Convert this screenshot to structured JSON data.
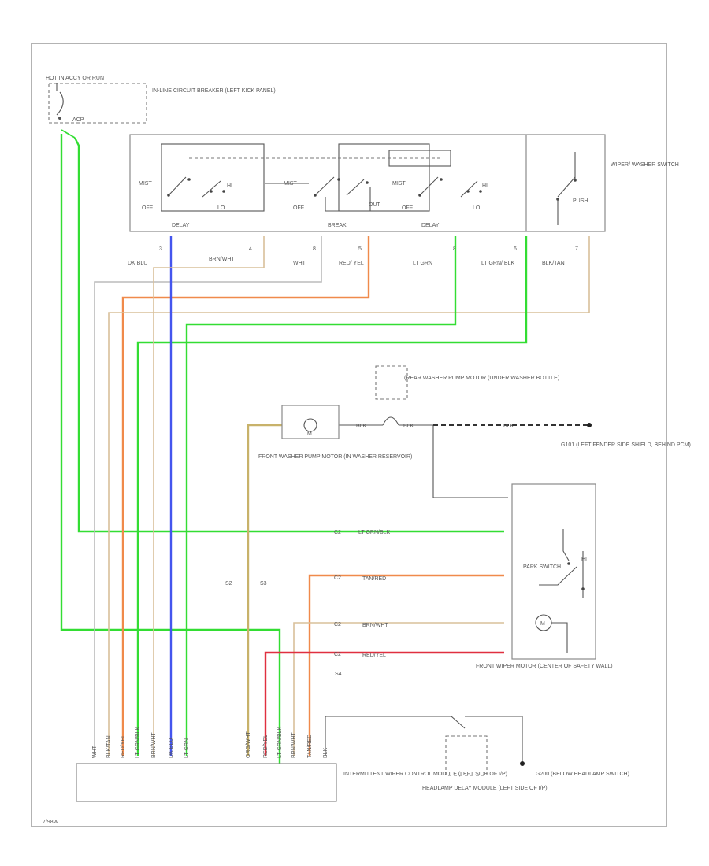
{
  "labels": {
    "hot_in": "HOT IN ACCY OR RUN",
    "breaker": "IN-LINE CIRCUIT BREAKER (LEFT KICK PANEL)",
    "acp": "ACP",
    "switch": "WIPER/ WASHER SWITCH",
    "mist1": "MIST",
    "mist2": "MIST",
    "mist3": "MIST",
    "hi1": "HI",
    "hi2": "HI",
    "off1": "OFF",
    "off2": "OFF",
    "off3": "OFF",
    "lo1": "LO",
    "lo2": "LO",
    "delay1": "DELAY",
    "delay2": "DELAY",
    "break": "BREAK",
    "out": "OUT",
    "push": "PUSH",
    "pin1": "3",
    "pin2": "4",
    "pin3": "8",
    "pin4": "5",
    "pin5": "8",
    "pin6": "6",
    "pin7": "7",
    "c1": "DK BLU",
    "c2": "BRN/WHT",
    "c3": "WHT",
    "c4": "RED/ YEL",
    "c5": "LT GRN",
    "c6": "LT GRN/ BLK",
    "c7": "BLK/TAN",
    "rear_pump": "(REAR WASHER PUMP MOTOR (UNDER WASHER BOTTLE)",
    "m": "M",
    "blk_w": "BLK",
    "blk_w2": "BLK",
    "blk_w3": "BLK",
    "g101": "G101 (LEFT FENDER SIDE SHIELD, BEHIND PCM)",
    "front_pump": "FRONT WASHER PUMP MOTOR (IN WASHER RESERVOIR)",
    "wire_ltgrnblk": "LT GRN/BLK",
    "park": "PARK SWITCH",
    "hi_lo": "HI",
    "wire_tanred": "TAN/RED",
    "wire_brnwht": "BRN/WHT",
    "wire_redyel": "RED/YEL",
    "s2": "S2",
    "s3": "S3",
    "s4": "S4",
    "m2": "M",
    "front_motor": "FRONT WIPER MOTOR (CENTER OF SAFETY WALL)",
    "module": "INTERMITTENT WIPER CONTROL MODULE (LEFT SIDE OF I/P)",
    "headlamp": "HEADLAMP DELAY MODULE (LEFT SIDE OF I/P)",
    "g200": "G200 (BELOW HEADLAMP SWITCH)",
    "code": "7/98W"
  }
}
